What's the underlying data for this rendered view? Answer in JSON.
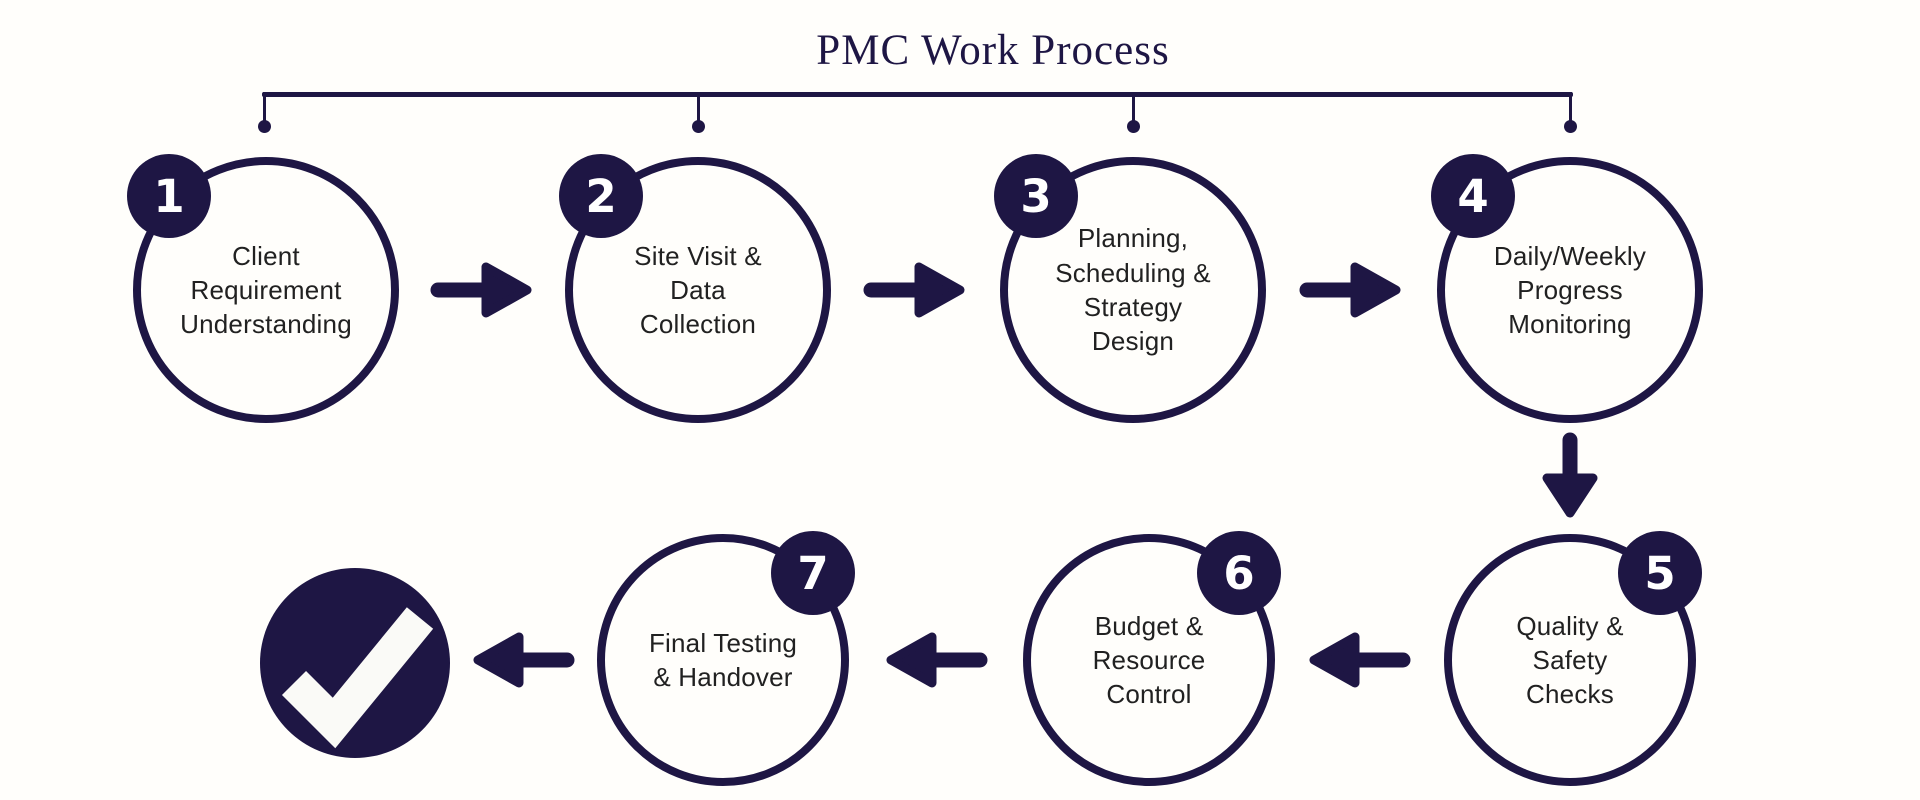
{
  "title": "PMC Work Process",
  "colors": {
    "navy": "#1e1644",
    "label_text": "#212121",
    "background": "#fffefb",
    "check_white": "#fafaf7"
  },
  "steps": [
    {
      "number": "1",
      "lines": [
        "Client",
        "Requirement",
        "Understanding"
      ]
    },
    {
      "number": "2",
      "lines": [
        "Site Visit &",
        "Data",
        "Collection"
      ]
    },
    {
      "number": "3",
      "lines": [
        "Planning,",
        "Scheduling &",
        "Strategy",
        "Design"
      ]
    },
    {
      "number": "4",
      "lines": [
        "Daily/Weekly",
        "Progress",
        "Monitoring"
      ]
    },
    {
      "number": "5",
      "lines": [
        "Quality &",
        "Safety",
        "Checks"
      ]
    },
    {
      "number": "6",
      "lines": [
        "Budget &",
        "Resource",
        "Control"
      ]
    },
    {
      "number": "7",
      "lines": [
        "Final Testing",
        "& Handover"
      ]
    }
  ]
}
